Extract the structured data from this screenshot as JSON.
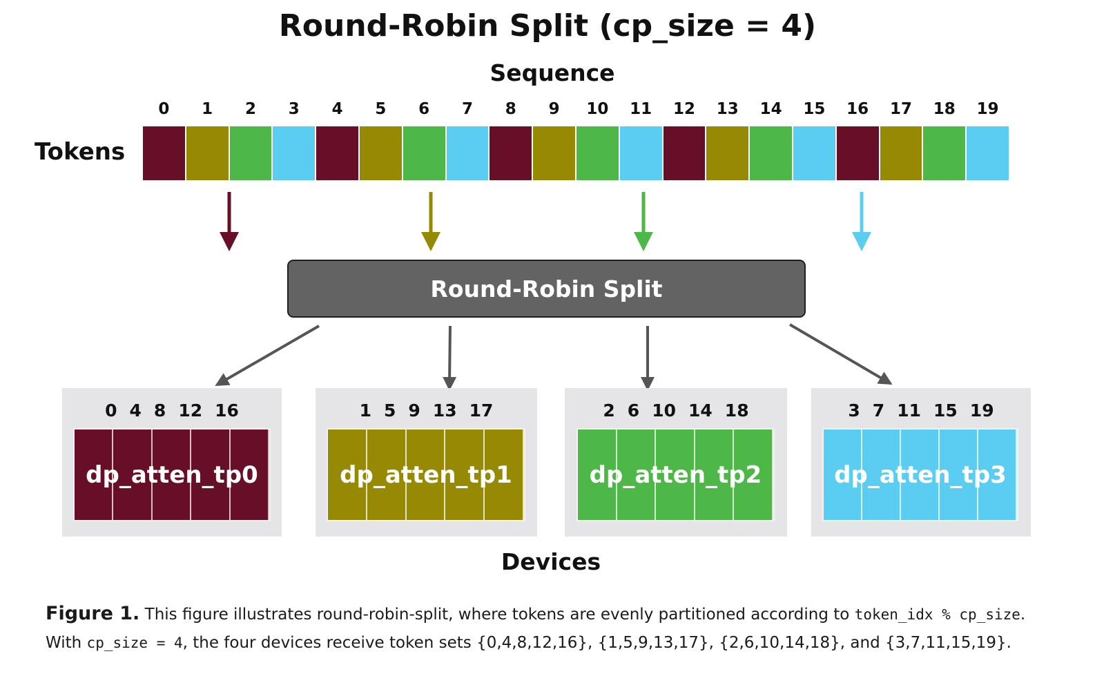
{
  "title": "Round-Robin Split (cp_size = 4)",
  "sequence_label": "Sequence",
  "tokens_label": "Tokens",
  "split_box_label": "Round-Robin Split",
  "devices_label": "Devices",
  "colors": {
    "device0": "#660f27",
    "device1": "#968a04",
    "device2": "#4db848",
    "device3": "#5bcdf0",
    "split_box": "#636363",
    "split_arrow": "#555555",
    "panel_bg": "#e5e5e8"
  },
  "tokens": [
    {
      "index": "0",
      "device": 0
    },
    {
      "index": "1",
      "device": 1
    },
    {
      "index": "2",
      "device": 2
    },
    {
      "index": "3",
      "device": 3
    },
    {
      "index": "4",
      "device": 0
    },
    {
      "index": "5",
      "device": 1
    },
    {
      "index": "6",
      "device": 2
    },
    {
      "index": "7",
      "device": 3
    },
    {
      "index": "8",
      "device": 0
    },
    {
      "index": "9",
      "device": 1
    },
    {
      "index": "10",
      "device": 2
    },
    {
      "index": "11",
      "device": 3
    },
    {
      "index": "12",
      "device": 0
    },
    {
      "index": "13",
      "device": 1
    },
    {
      "index": "14",
      "device": 2
    },
    {
      "index": "15",
      "device": 3
    },
    {
      "index": "16",
      "device": 0
    },
    {
      "index": "17",
      "device": 1
    },
    {
      "index": "18",
      "device": 2
    },
    {
      "index": "19",
      "device": 3
    }
  ],
  "devices": [
    {
      "name": "dp_atten_tp0",
      "indices": [
        "0",
        "4",
        "8",
        "12",
        "16"
      ]
    },
    {
      "name": "dp_atten_tp1",
      "indices": [
        "1",
        "5",
        "9",
        "13",
        "17"
      ]
    },
    {
      "name": "dp_atten_tp2",
      "indices": [
        "2",
        "6",
        "10",
        "14",
        "18"
      ]
    },
    {
      "name": "dp_atten_tp3",
      "indices": [
        "3",
        "7",
        "11",
        "15",
        "19"
      ]
    }
  ],
  "caption": {
    "figure_label": "Figure 1.",
    "line1_text": " This figure illustrates round-robin-split, where tokens are evenly partitioned according to ",
    "line1_code": "token_idx % cp_size",
    "line1_end": ".",
    "line2_start": "With ",
    "line2_code": "cp_size = 4",
    "line2_text": ", the four devices receive token sets {0,4,8,12,16}, {1,5,9,13,17}, {2,6,10,14,18}, and {3,7,11,15,19}."
  }
}
